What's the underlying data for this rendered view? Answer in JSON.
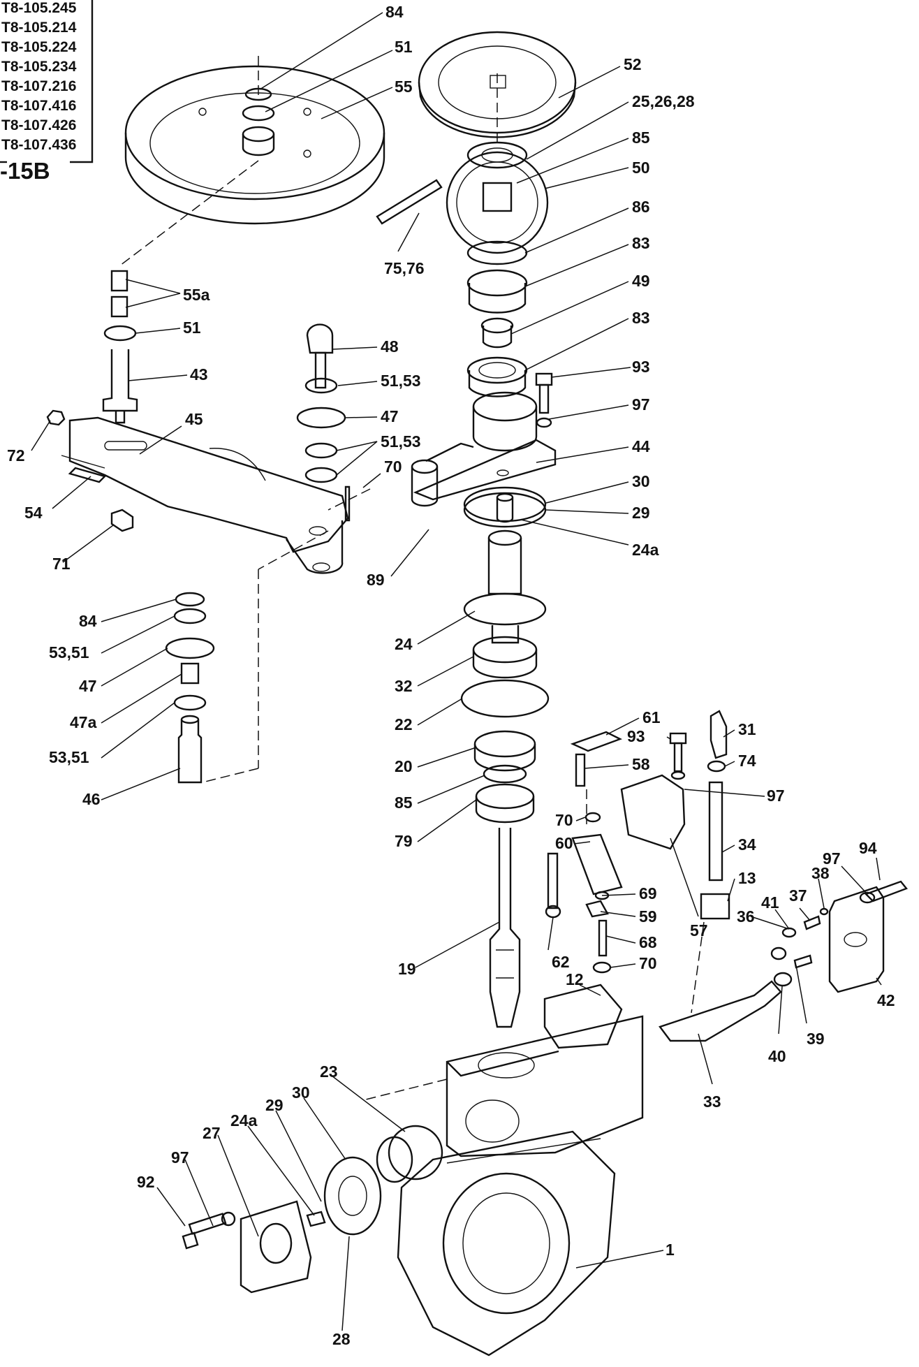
{
  "models": [
    "T8-105.245",
    "T8-105.214",
    "T8-105.224",
    "T8-105.234",
    "T8-107.216",
    "T8-107.416",
    "T8-107.426",
    "T8-107.436"
  ],
  "figure": "-15B",
  "labels": {
    "l84a": "84",
    "l51a": "51",
    "l55": "55",
    "l52": "52",
    "l25": "25,26,28",
    "l85a": "85",
    "l50": "50",
    "l86": "86",
    "l75": "75,76",
    "l83a": "83",
    "l55a": "55a",
    "l51b": "51",
    "l49": "49",
    "l48": "48",
    "l83b": "83",
    "l43": "43",
    "l93a": "93",
    "l51c": "51,53",
    "l45": "45",
    "l47a": "47",
    "l97a": "97",
    "l72": "72",
    "l51d": "51,53",
    "l44": "44",
    "l70a": "70",
    "l30a": "30",
    "l54": "54",
    "l29a": "29",
    "l71": "71",
    "l24aa": "24a",
    "l89": "89",
    "l84b": "84",
    "l53a": "53,51",
    "l24": "24",
    "l47b": "47",
    "l32": "32",
    "l47c": "47a",
    "l22": "22",
    "l53b": "53,51",
    "l61": "61",
    "l31": "31",
    "l93b": "93",
    "l58": "58",
    "l74": "74",
    "l20": "20",
    "l97b": "97",
    "l46": "46",
    "l85b": "85",
    "l70b": "70",
    "l34": "34",
    "l60": "60",
    "l79": "79",
    "l97c": "97",
    "l94": "94",
    "l13": "13",
    "l38": "38",
    "l69": "69",
    "l41": "41",
    "l37": "37",
    "l36": "36",
    "l59": "59",
    "l57": "57",
    "l68": "68",
    "l62": "62",
    "l70c": "70",
    "l19": "19",
    "l12": "12",
    "l42": "42",
    "l39": "39",
    "l40": "40",
    "l33": "33",
    "l23": "23",
    "l30b": "30",
    "l29b": "29",
    "l24ab": "24a",
    "l27": "27",
    "l97d": "97",
    "l92": "92",
    "l1": "1",
    "l28": "28"
  }
}
